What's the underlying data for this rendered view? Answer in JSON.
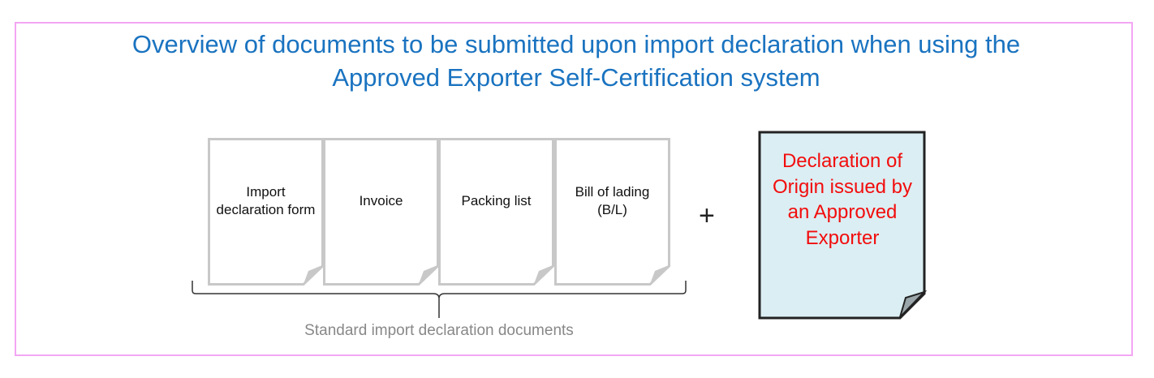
{
  "title_lines": [
    "Overview of documents to be submitted upon import declaration when using the",
    "Approved Exporter Self-Certification system"
  ],
  "standard_documents": [
    "Import declaration form",
    "Invoice",
    "Packing list",
    "Bill of lading (B/L)"
  ],
  "plus_sign": "+",
  "special_document": "Declaration of Origin issued by an Approved Exporter",
  "brace_caption": "Standard import declaration documents",
  "colors": {
    "title": "#1a73c0",
    "special_text": "#f20d0d",
    "special_fill": "#dbeef3",
    "frame": "#f3a6f3"
  }
}
